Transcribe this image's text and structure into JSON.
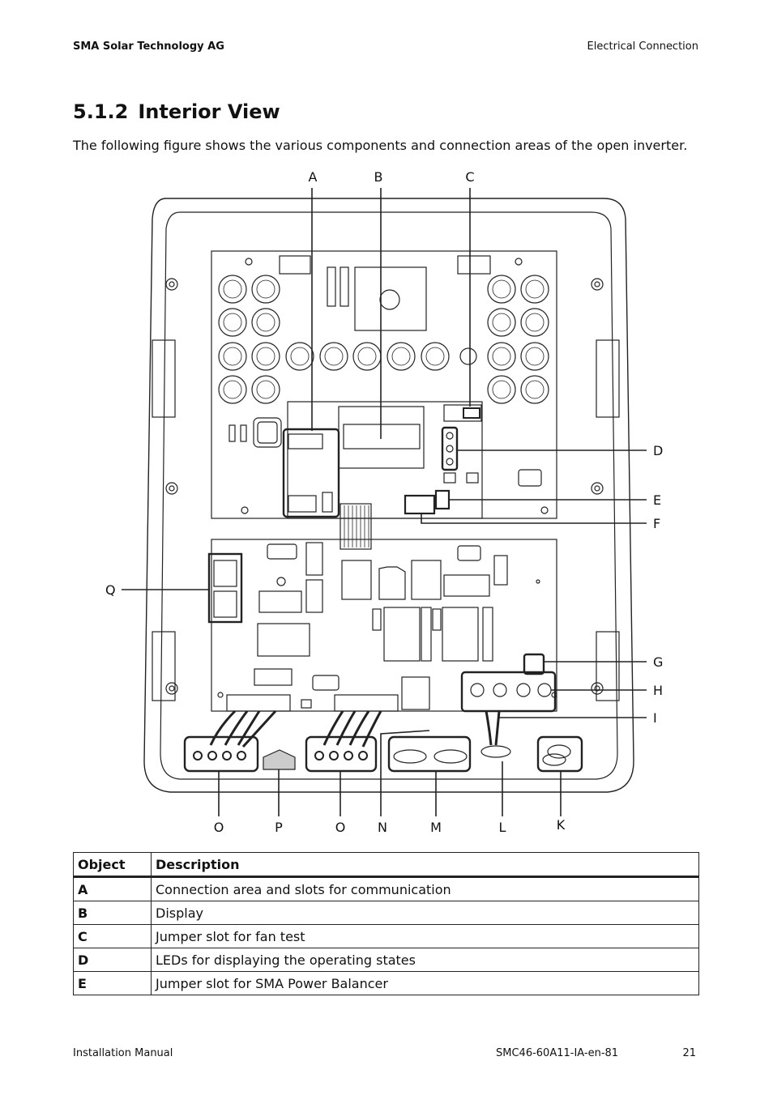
{
  "header": {
    "company": "SMA Solar Technology AG",
    "section": "Electrical Connection"
  },
  "section": {
    "number": "5.1.2",
    "title": "Interior View"
  },
  "intro": "The following figure shows the various components and connection areas of the open inverter.",
  "figure": {
    "callouts_top": [
      "A",
      "B",
      "C"
    ],
    "callouts_right": [
      "D",
      "E",
      "F",
      "G",
      "H",
      "I"
    ],
    "callouts_left": [
      "Q"
    ],
    "callouts_bottom": [
      "O",
      "P",
      "O",
      "N",
      "M",
      "L",
      "K"
    ]
  },
  "table": {
    "headers": [
      "Object",
      "Description"
    ],
    "rows": [
      {
        "object": "A",
        "description": "Connection area and slots for communication"
      },
      {
        "object": "B",
        "description": "Display"
      },
      {
        "object": "C",
        "description": "Jumper slot for fan test"
      },
      {
        "object": "D",
        "description": "LEDs for displaying the operating states"
      },
      {
        "object": "E",
        "description": "Jumper slot for SMA Power Balancer"
      }
    ]
  },
  "footer": {
    "manual": "Installation Manual",
    "doc_id": "SMC46-60A11-IA-en-81",
    "page": "21"
  }
}
